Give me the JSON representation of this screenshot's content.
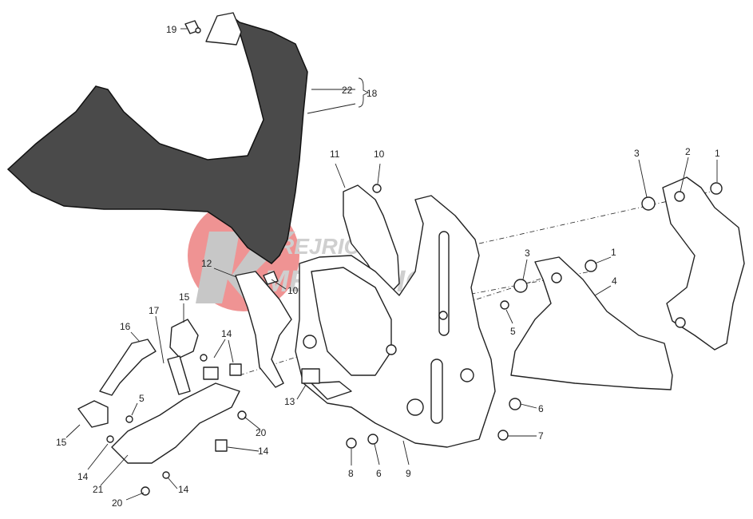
{
  "watermark": {
    "line1": "REJRICHT",
    "line2": "MECCANICA",
    "brand_color": "#e23b3b"
  },
  "callouts": {
    "c1": "1",
    "c1b": "1",
    "c2": "2",
    "c3": "3",
    "c3b": "3",
    "c4": "4",
    "c5": "5",
    "c5b": "5",
    "c6": "6",
    "c6b": "6",
    "c7": "7",
    "c8": "8",
    "c9": "9",
    "c10": "10",
    "c10b": "10",
    "c11": "11",
    "c12": "12",
    "c13": "13",
    "c14a": "14",
    "c14b": "14",
    "c14c": "14",
    "c14d": "14",
    "c15a": "15",
    "c15b": "15",
    "c16": "16",
    "c17": "17",
    "c18": "18",
    "c19": "19",
    "c20a": "20",
    "c20b": "20",
    "c21": "21",
    "c22": "22"
  },
  "colors": {
    "fairing_dark": "#4a4a4a",
    "line": "#222222"
  }
}
